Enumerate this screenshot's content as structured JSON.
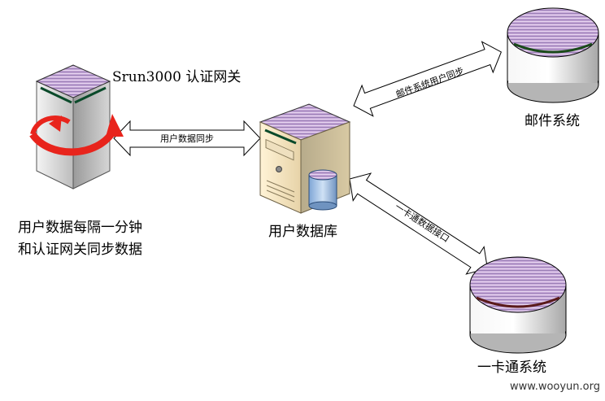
{
  "diagram": {
    "gateway_label": "Srun3000 认证网关",
    "gateway_caption_line1": "用户数据每隔一分钟",
    "gateway_caption_line2": "和认证网关同步数据",
    "db_label": "用户数据库",
    "mail_label": "邮件系统",
    "card_label": "一卡通系统",
    "link_sync": "用户数据同步",
    "link_mail": "邮件系统用户同步",
    "link_card": "一卡通数据接口"
  },
  "footer": {
    "watermark": "www.wooyun.org"
  },
  "colors": {
    "arrow_red": "#e8241c",
    "cylinder_top": "#b89bc9",
    "stroke": "#000000"
  },
  "icons": [
    "gateway-server-icon",
    "database-server-icon",
    "mail-cylinder-icon",
    "card-cylinder-icon"
  ]
}
